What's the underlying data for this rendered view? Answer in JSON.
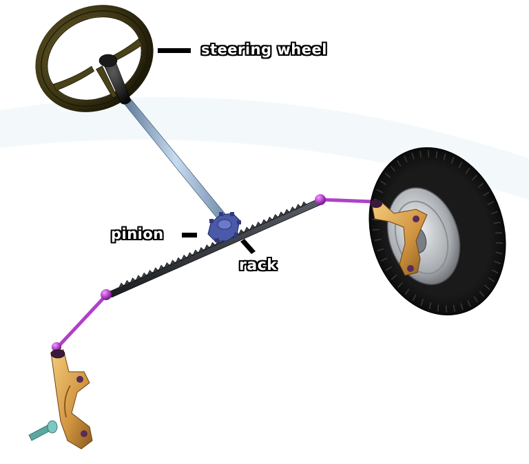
{
  "labels": {
    "steering_wheel": "steering wheel",
    "pinion": "pinion",
    "rack": "rack"
  },
  "colors": {
    "background": "#ffffff",
    "steering_wheel": "#4a4218",
    "column": "#9ab6d4",
    "rack": "#2a2c30",
    "pinion_gear": "#4a5aa8",
    "tie_rod": "#b040c8",
    "knuckle": "#d8a048",
    "tire": "#141414",
    "rim": "#c8ccd0",
    "leader_line": "#000000"
  }
}
